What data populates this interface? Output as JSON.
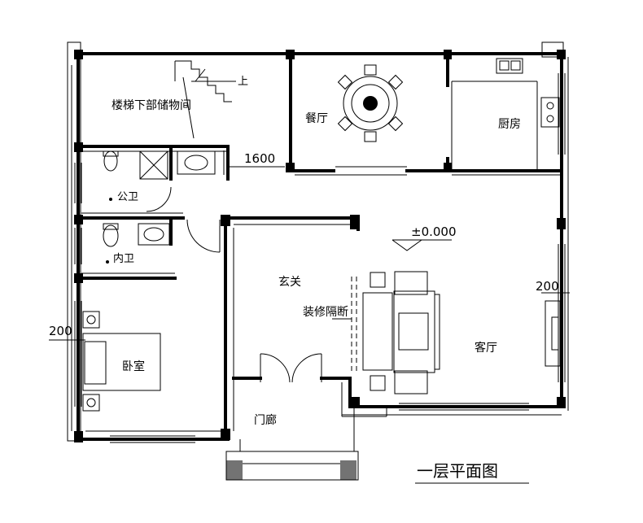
{
  "rooms": {
    "storage": "楼梯下部储物间",
    "stair_up": "上",
    "dining": "餐厅",
    "kitchen": "厨房",
    "public_bath": "公卫",
    "inner_bath": "内卫",
    "foyer": "玄关",
    "partition": "装修隔断",
    "living": "客厅",
    "bedroom": "卧室",
    "porch": "门廊"
  },
  "dimensions": {
    "d1600": "1600",
    "d200_right": "200",
    "d200_left": "200",
    "elevation": "±0.000"
  },
  "title": "一层平面图"
}
